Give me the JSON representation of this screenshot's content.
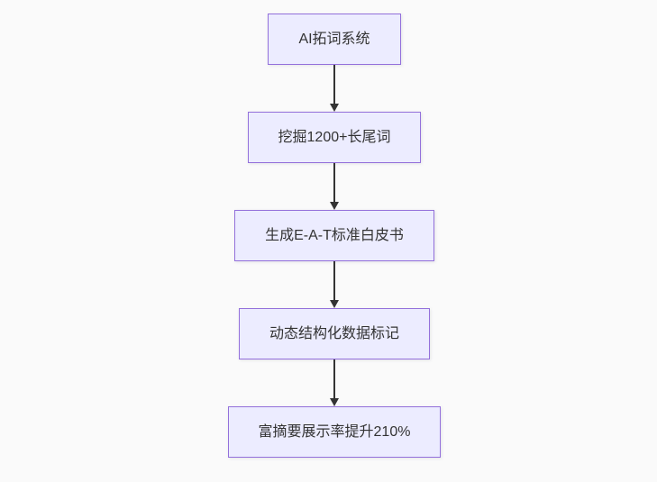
{
  "colors": {
    "background": "#fafafa",
    "node_fill": "#ECECFF",
    "node_border": "#9370DB",
    "text": "#333333",
    "arrow": "#333333"
  },
  "flowchart": {
    "type": "flowchart",
    "direction": "top-down",
    "nodes": [
      {
        "label": "AI拓词系统"
      },
      {
        "label": "挖掘1200+长尾词"
      },
      {
        "label": "生成E-A-T标准白皮书"
      },
      {
        "label": "动态结构化数据标记"
      },
      {
        "label": "富摘要展示率提升210%"
      }
    ],
    "edges": [
      {
        "from": 0,
        "to": 1
      },
      {
        "from": 1,
        "to": 2
      },
      {
        "from": 2,
        "to": 3
      },
      {
        "from": 3,
        "to": 4
      }
    ]
  }
}
